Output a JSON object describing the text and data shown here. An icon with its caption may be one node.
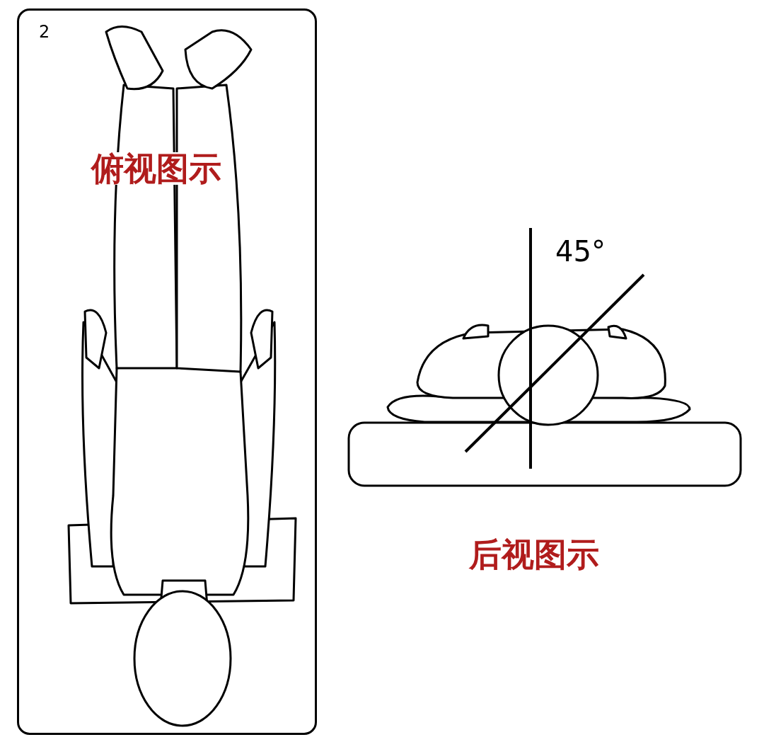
{
  "diagram": {
    "nodes": [
      {
        "text": [
          "2",
          "俯视图示"
        ]
      }
    ],
    "labels": [
      "45°",
      "后视图示"
    ]
  }
}
